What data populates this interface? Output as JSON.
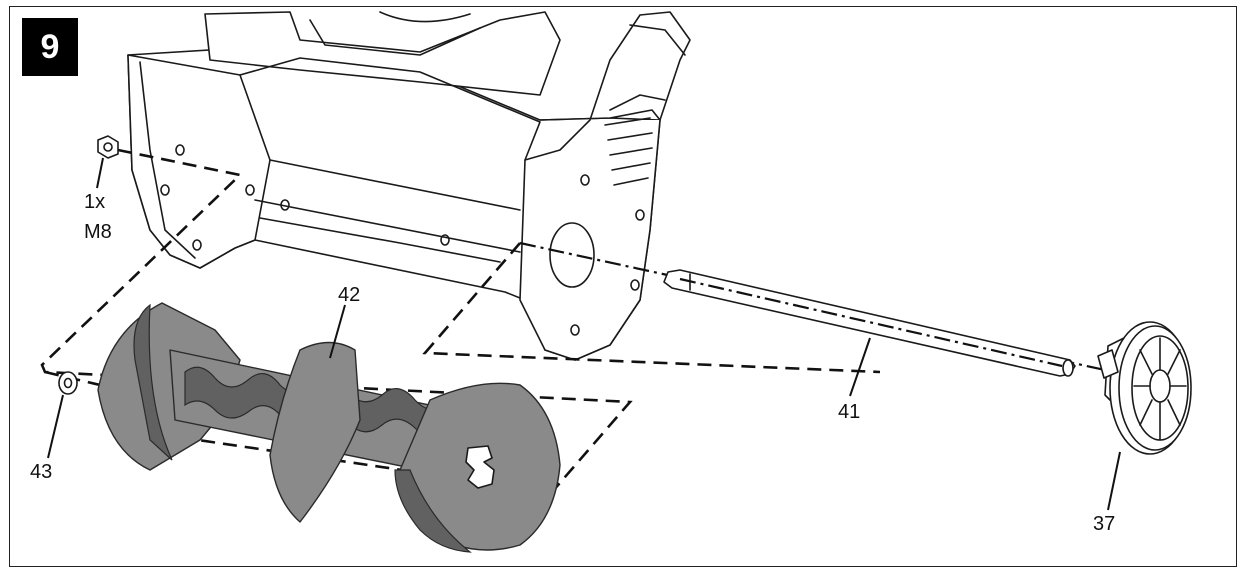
{
  "step_number": "9",
  "fastener": {
    "quantity": "1x",
    "size": "M8"
  },
  "part_labels": {
    "auger": "42",
    "axle": "41",
    "washer": "43",
    "wheel": "37"
  },
  "colors": {
    "auger_fill": "#8a8a8a",
    "auger_dark": "#5c5c5c",
    "line": "#1a1a1a",
    "housing_fill": "#ffffff"
  }
}
